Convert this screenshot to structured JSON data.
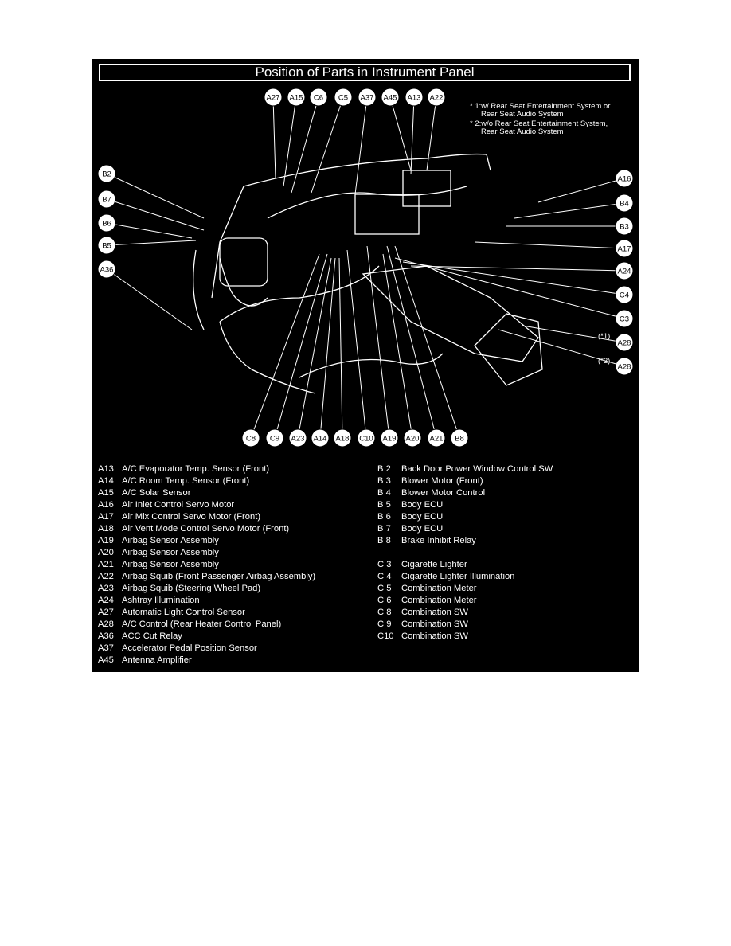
{
  "title": "Position of Parts in Instrument Panel",
  "notes": [
    "* 1:w/ Rear Seat Entertainment System or",
    "Rear Seat Audio System",
    "* 2:w/o Rear Seat Entertainment System,",
    "Rear Seat Audio System"
  ],
  "callouts": [
    {
      "label": "A27"
    },
    {
      "label": "A15"
    },
    {
      "label": "C6"
    },
    {
      "label": "C5"
    },
    {
      "label": "A37"
    },
    {
      "label": "A45"
    },
    {
      "label": "A13"
    },
    {
      "label": "A22"
    },
    {
      "label": "B2"
    },
    {
      "label": "B7"
    },
    {
      "label": "B6"
    },
    {
      "label": "B5"
    },
    {
      "label": "A36"
    },
    {
      "label": "A16"
    },
    {
      "label": "B4"
    },
    {
      "label": "B3"
    },
    {
      "label": "A17"
    },
    {
      "label": "A24"
    },
    {
      "label": "C4"
    },
    {
      "label": "C3"
    },
    {
      "label": "A28"
    },
    {
      "label": "A28"
    },
    {
      "label": "C8"
    },
    {
      "label": "C9"
    },
    {
      "label": "A23"
    },
    {
      "label": "A14"
    },
    {
      "label": "A18"
    },
    {
      "label": "C10"
    },
    {
      "label": "A19"
    },
    {
      "label": "A20"
    },
    {
      "label": "A21"
    },
    {
      "label": "B8"
    }
  ],
  "variant_marks": [
    "(*1)",
    "(*2)"
  ],
  "legend_left": [
    {
      "code": "A13",
      "text": "A/C Evaporator Temp. Sensor (Front)"
    },
    {
      "code": "A14",
      "text": "A/C Room Temp. Sensor (Front)"
    },
    {
      "code": "A15",
      "text": "A/C Solar Sensor"
    },
    {
      "code": "A16",
      "text": "Air Inlet Control Servo Motor"
    },
    {
      "code": "A17",
      "text": "Air Mix Control Servo Motor (Front)"
    },
    {
      "code": "A18",
      "text": "Air Vent Mode Control Servo Motor (Front)"
    },
    {
      "code": "A19",
      "text": "Airbag Sensor Assembly"
    },
    {
      "code": "A20",
      "text": "Airbag Sensor Assembly"
    },
    {
      "code": "A21",
      "text": "Airbag Sensor Assembly"
    },
    {
      "code": "A22",
      "text": "Airbag Squib (Front Passenger Airbag Assembly)"
    },
    {
      "code": "A23",
      "text": "Airbag Squib (Steering Wheel Pad)"
    },
    {
      "code": "A24",
      "text": "Ashtray Illumination"
    },
    {
      "code": "A27",
      "text": "Automatic Light Control Sensor"
    },
    {
      "code": "A28",
      "text": "A/C Control (Rear Heater Control Panel)"
    },
    {
      "code": "A36",
      "text": "ACC Cut Relay"
    },
    {
      "code": "A37",
      "text": "Accelerator Pedal Position Sensor"
    },
    {
      "code": "A45",
      "text": "Antenna Amplifier"
    }
  ],
  "legend_right": [
    {
      "code": "B 2",
      "text": "Back Door Power Window Control SW"
    },
    {
      "code": "B 3",
      "text": "Blower Motor (Front)"
    },
    {
      "code": "B 4",
      "text": "Blower Motor Control"
    },
    {
      "code": "B 5",
      "text": "Body ECU"
    },
    {
      "code": "B 6",
      "text": "Body ECU"
    },
    {
      "code": "B 7",
      "text": "Body ECU"
    },
    {
      "code": "B 8",
      "text": "Brake Inhibit Relay"
    },
    {
      "code": "",
      "text": ""
    },
    {
      "code": "C 3",
      "text": "Cigarette Lighter"
    },
    {
      "code": "C 4",
      "text": "Cigarette Lighter Illumination"
    },
    {
      "code": "C 5",
      "text": "Combination Meter"
    },
    {
      "code": "C 6",
      "text": "Combination Meter"
    },
    {
      "code": "C 8",
      "text": "Combination SW"
    },
    {
      "code": "C 9",
      "text": "Combination SW"
    },
    {
      "code": "C10",
      "text": "Combination SW"
    }
  ]
}
